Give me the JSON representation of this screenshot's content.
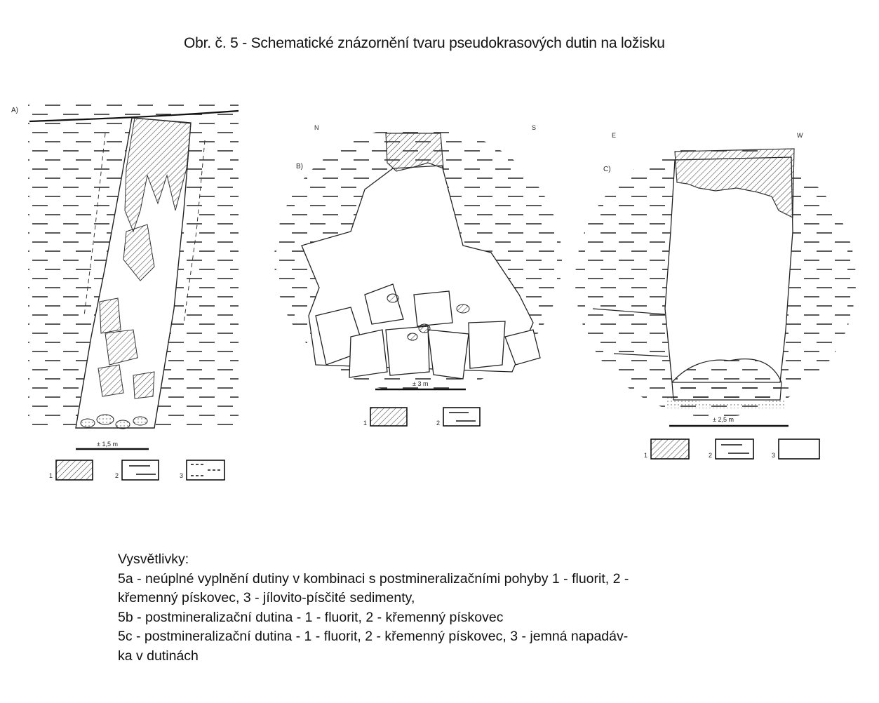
{
  "title": "Obr. č. 5 - Schematické znázornění tvaru pseudokrasových dutin na ložisku",
  "panels": {
    "a": {
      "label": "A)",
      "scale": "± 1,5 m",
      "legend": [
        "1",
        "2",
        "3"
      ]
    },
    "b": {
      "label": "B)",
      "north": "N",
      "south": "S",
      "scale": "± 3 m",
      "legend": [
        "1",
        "2"
      ]
    },
    "c": {
      "label": "C)",
      "left_dir": "E",
      "right_dir": "W",
      "scale": "± 2,5 m",
      "legend": [
        "1",
        "2",
        "3"
      ]
    }
  },
  "legend": {
    "heading": "Vysvětlivky:",
    "lines": [
      "5a - neúplné vyplnění dutiny v kombinaci s postmineralizačními pohyby 1 - fluorit, 2 -",
      "křemenný pískovec, 3 - jílovito-písčité sedimenty,",
      "5b - postmineralizační dutina - 1 - fluorit,  2 - křemenný pískovec",
      "5c - postmineralizační dutina - 1 - fluorit, 2 - křemenný pískovec, 3 - jemná napadáv-",
      "ka v dutinách"
    ]
  }
}
